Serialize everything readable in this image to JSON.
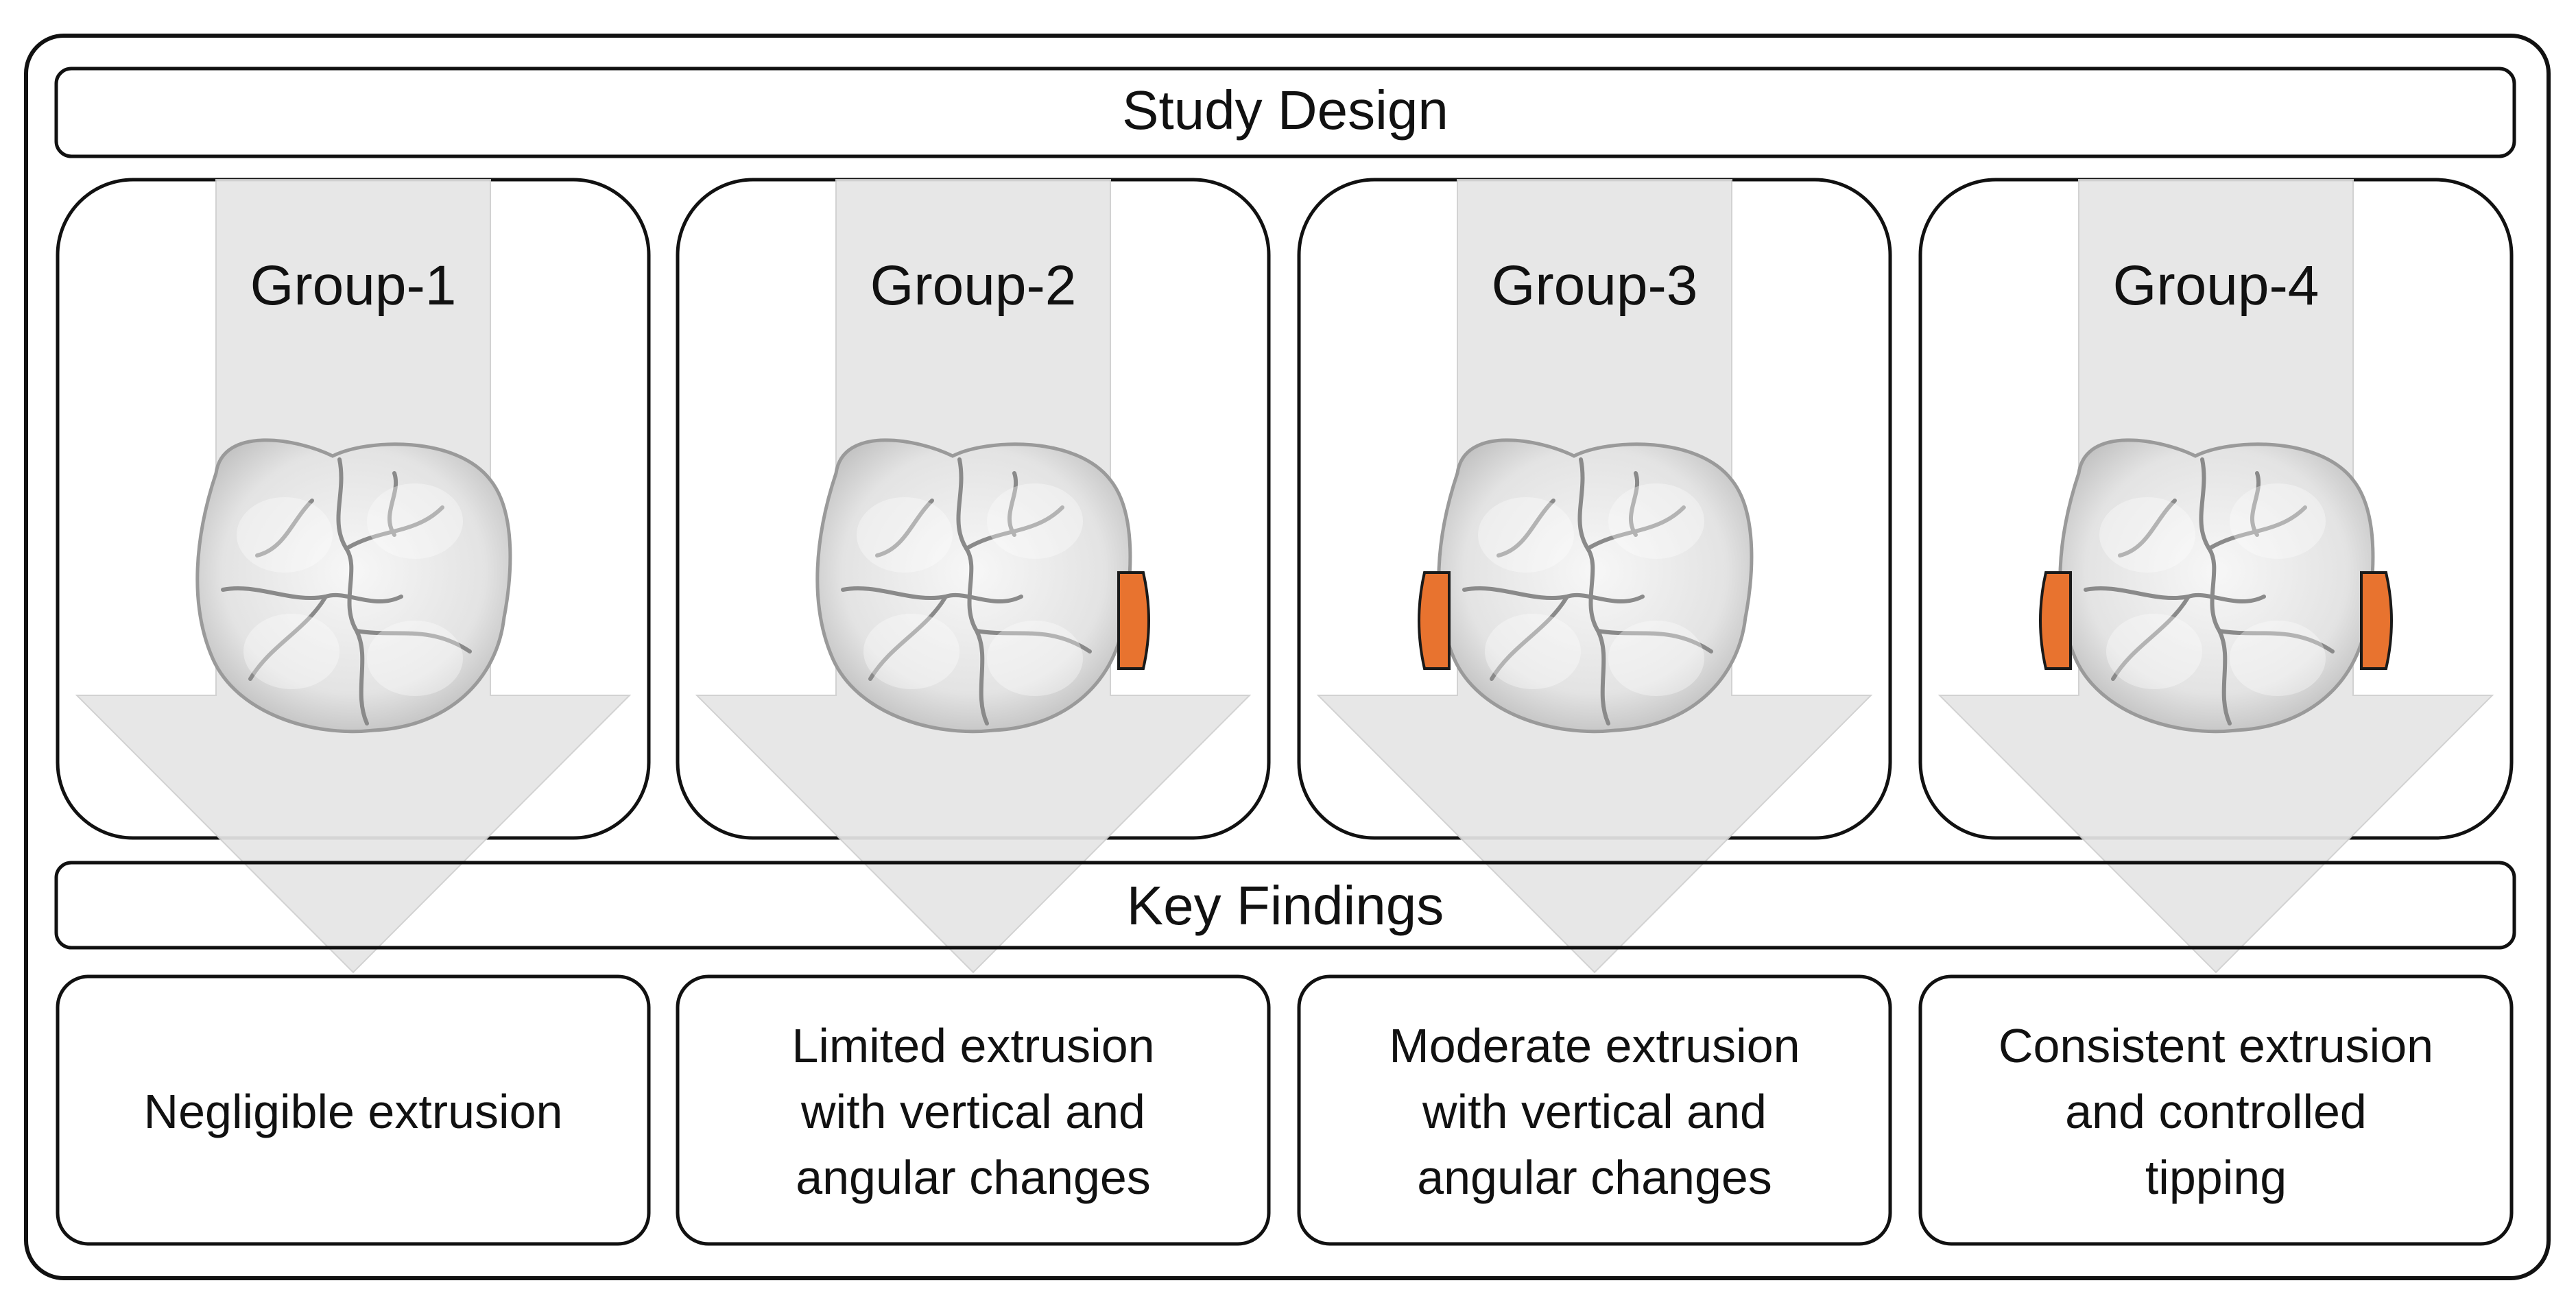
{
  "header": {
    "title": "Study Design"
  },
  "groups": [
    {
      "label": "Group-1",
      "attachments": []
    },
    {
      "label": "Group-2",
      "attachments": [
        "right"
      ]
    },
    {
      "label": "Group-3",
      "attachments": [
        "left"
      ]
    },
    {
      "label": "Group-4",
      "attachments": [
        "left",
        "right"
      ]
    }
  ],
  "findings_header": {
    "title": "Key Findings"
  },
  "findings": [
    {
      "lines": [
        "Negligible extrusion"
      ]
    },
    {
      "lines": [
        "Limited extrusion",
        "with vertical and",
        "angular changes"
      ]
    },
    {
      "lines": [
        "Moderate extrusion",
        "with vertical and",
        "angular changes"
      ]
    },
    {
      "lines": [
        "Consistent extrusion",
        "and controlled",
        "tipping"
      ]
    }
  ],
  "colors": {
    "border": "#111111",
    "arrow_fill": "#e6e6e6",
    "attachment": "#e8732f",
    "tooth_light": "#f4f4f4",
    "tooth_mid": "#dcdcdc",
    "tooth_dark": "#8a8a8a"
  },
  "icons": {
    "tooth": "molar-tooth-occlusal-icon",
    "attachment": "orange-attachment-icon"
  }
}
